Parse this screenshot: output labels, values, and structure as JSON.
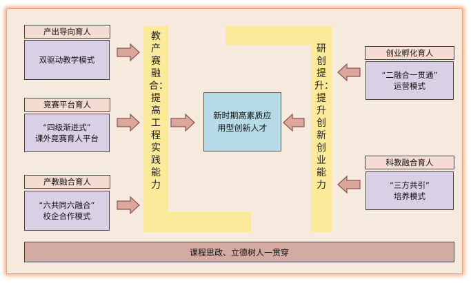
{
  "left_modules": [
    {
      "label": "产出导向育人",
      "content": "双驱动教学模式"
    },
    {
      "label": "竞赛平台育人",
      "content": "“四级渐进式”\n课外竞赛育人平台"
    },
    {
      "label": "产教融合育人",
      "content": "“六共同六融合”\n校企合作模式"
    }
  ],
  "right_modules": [
    {
      "label": "创业孵化育人",
      "content": "“二融合一贯通”\n运营模式"
    },
    {
      "label": "科教融合育人",
      "content": "“三方共引”\n培养模式"
    }
  ],
  "left_pillar": "教产赛融合：提高工程实践能力",
  "right_pillar": "研创提升：提升创新创业能力",
  "center": "新时期高素质应\n用型创新人才",
  "bottom": "课程思政、立德树人一贯穿",
  "colors": {
    "arrow_fill": "#dba79c",
    "arrow_stroke": "#8a5450",
    "pillar": "#fcea9b"
  }
}
